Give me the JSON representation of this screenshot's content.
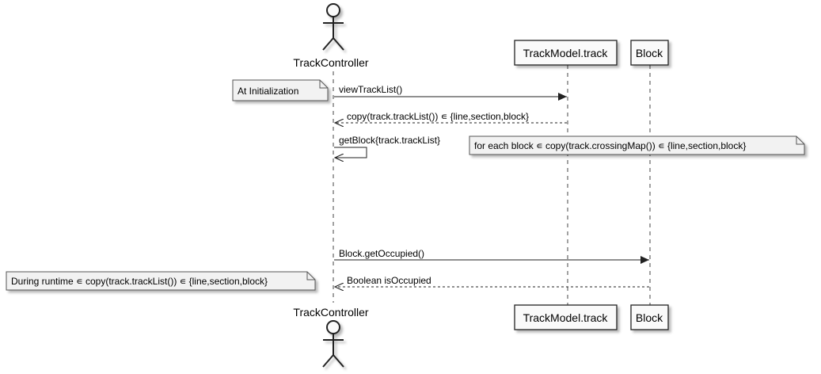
{
  "participants": {
    "controller": {
      "label": "TrackController",
      "kind": "actor"
    },
    "track": {
      "label": "TrackModel.track",
      "kind": "participant"
    },
    "block": {
      "label": "Block",
      "kind": "participant"
    }
  },
  "messages": [
    {
      "from": "controller",
      "to": "track",
      "label": "viewTrackList()",
      "style": "sync"
    },
    {
      "from": "track",
      "to": "controller",
      "label": "copy(track.trackList()) ∊ {line,section,block}",
      "style": "return"
    },
    {
      "from": "controller",
      "to": "controller",
      "label": "getBlock{track.trackList}",
      "style": "self"
    },
    {
      "from": "controller",
      "to": "block",
      "label": "Block.getOccupied()",
      "style": "sync"
    },
    {
      "from": "block",
      "to": "controller",
      "label": "Boolean isOccupied",
      "style": "return"
    }
  ],
  "notes": [
    {
      "text": "At Initialization"
    },
    {
      "text": "for each block ∊ copy(track.crossingMap()) ∊ {line,section,block}"
    },
    {
      "text": "During runtime ∊ copy(track.trackList()) ∊ {line,section,block}"
    }
  ],
  "colors": {
    "participant_fill": "#fafafa",
    "note_fill": "#f2f2f2",
    "shadow": "#c9c9c9",
    "line": "#222222",
    "lifeline": "#444444"
  }
}
